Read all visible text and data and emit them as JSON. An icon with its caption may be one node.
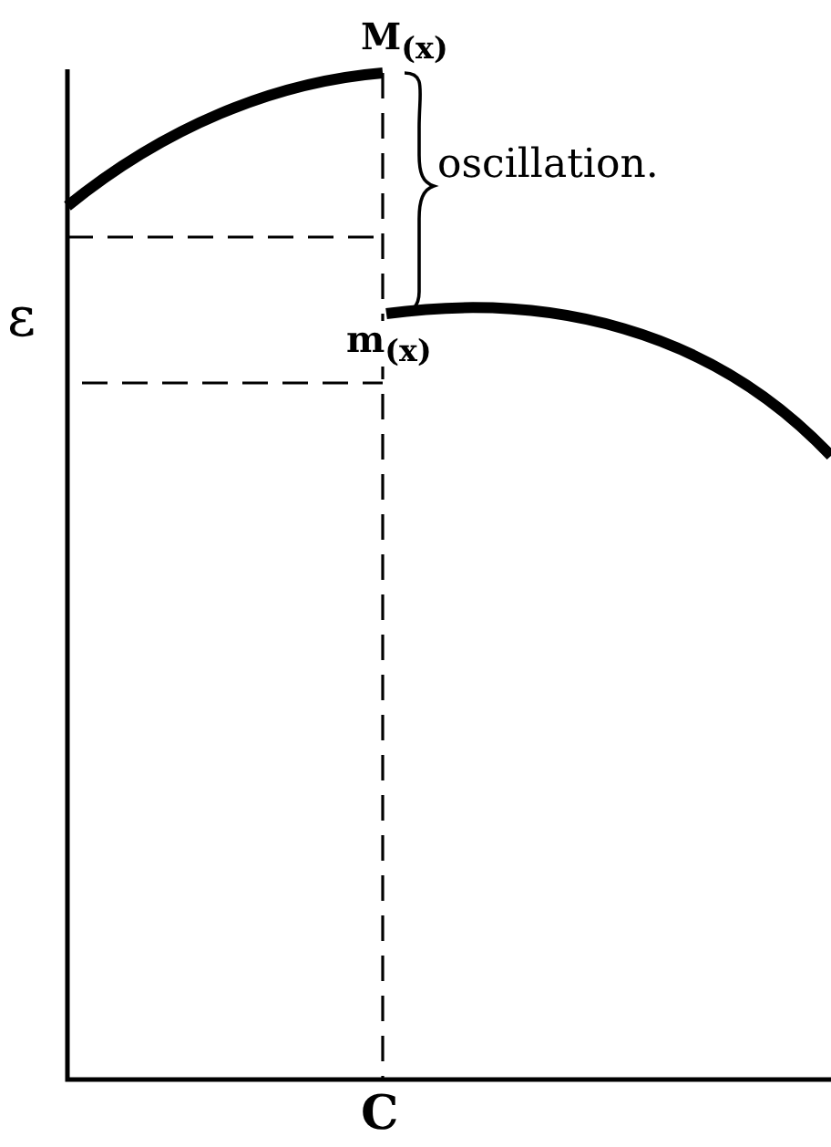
{
  "diagram": {
    "labels": [
      "M$_{(x)}$",
      "oscillation.",
      "ε",
      "m$_{(x)}$",
      "C"
    ]
  }
}
